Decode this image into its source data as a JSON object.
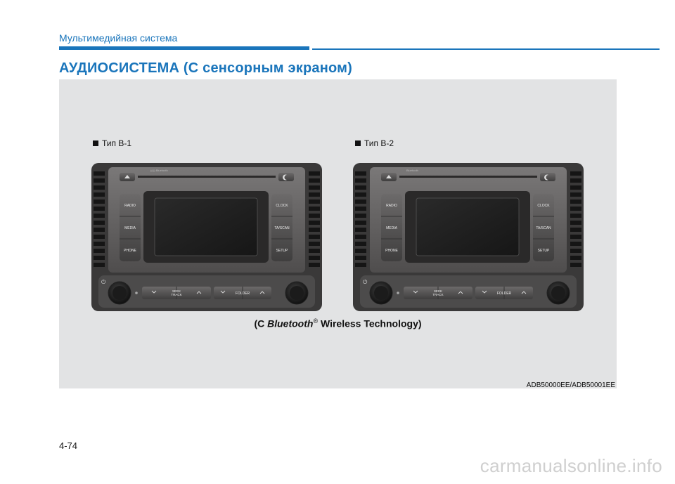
{
  "header": {
    "section": "Мультимедийная система",
    "title": "АУДИОСИСТЕМА (С сенсорным экраном)"
  },
  "units": [
    {
      "label": "Тип B-1",
      "brand_text": "((•)) Bluetooth",
      "buttons_left": [
        "RADIO",
        "MEDIA",
        "PHONE"
      ],
      "buttons_right": [
        "CLOCK",
        "TA/SCAN",
        "SETUP"
      ],
      "seek_label": "SEEK\nTRACK",
      "folder_label": "FOLDER"
    },
    {
      "label": "Тип B-2",
      "brand_text": "Bluetooth",
      "buttons_left": [
        "RADIO",
        "MEDIA",
        "PHONE"
      ],
      "buttons_right": [
        "CLOCK",
        "TA/SCAN",
        "SETUP"
      ],
      "seek_label": "SEEK\nTRACK",
      "folder_label": "FOLDER"
    }
  ],
  "caption": {
    "prefix": "(С ",
    "brand": "Bluetooth",
    "reg": "®",
    "suffix": " Wireless Technology)"
  },
  "image_code": "ADB50000EE/ADB50001EE",
  "footer": {
    "page_number": "4-74",
    "watermark": "carmanualsonline.info"
  },
  "colors": {
    "accent": "#1a75bb",
    "panel_bg": "#e2e3e4"
  }
}
